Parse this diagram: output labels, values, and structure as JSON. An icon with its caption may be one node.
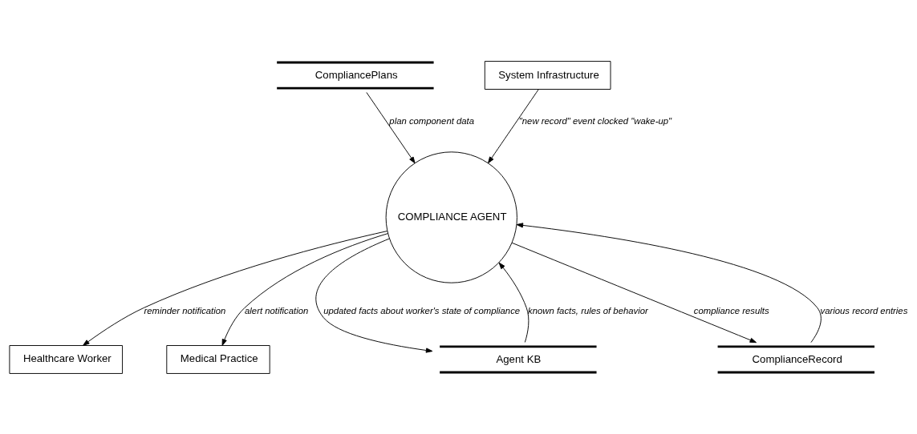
{
  "diagram": {
    "nodes": [
      {
        "text": [
          "CompliancePlans"
        ]
      },
      {
        "text": [
          "System Infrastructure"
        ]
      },
      {
        "text": [
          "COMPLIANCE AGENT"
        ]
      },
      {
        "text": [
          "Healthcare Worker"
        ]
      },
      {
        "text": [
          "Medical Practice"
        ]
      },
      {
        "text": [
          "Agent KB"
        ]
      },
      {
        "text": [
          "ComplianceRecord"
        ]
      }
    ],
    "edges": [
      {
        "from": 0,
        "to": 2,
        "arrow": "to",
        "label": "plan component data"
      },
      {
        "from": 1,
        "to": 2,
        "arrow": "to",
        "label": "\"new record\" event clocked \"wake-up\""
      },
      {
        "from": 2,
        "to": 3,
        "arrow": "to",
        "label": "reminder notification"
      },
      {
        "from": 2,
        "to": 4,
        "arrow": "to",
        "label": "alert notification"
      },
      {
        "from": 2,
        "to": 5,
        "arrow": "to",
        "label": "updated facts about worker's state of compliance"
      },
      {
        "from": 5,
        "to": 2,
        "arrow": "to",
        "label": "known facts, rules of behavior"
      },
      {
        "from": 6,
        "to": 2,
        "arrow": "to",
        "label": "various record entries"
      },
      {
        "from": 2,
        "to": 6,
        "arrow": "to",
        "label": "compliance results"
      }
    ]
  }
}
